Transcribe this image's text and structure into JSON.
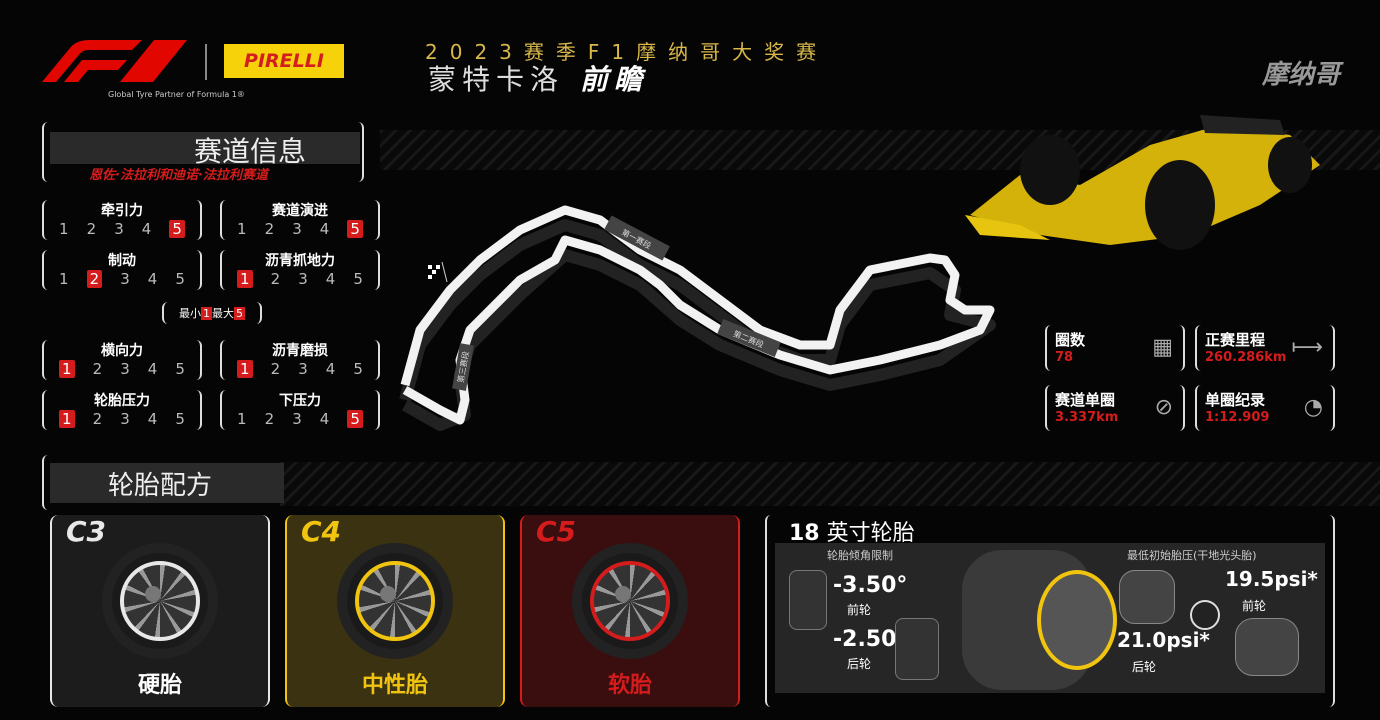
{
  "header": {
    "brand_f1": "F1",
    "brand_pirelli": "PIRELLI",
    "tagline": "Global Tyre Partner of Formula 1®",
    "title_top": "2023赛季F1摩纳哥大奖赛",
    "title_main": "蒙特卡洛",
    "title_emph": "前瞻",
    "corner": "摩纳哥"
  },
  "track_info": {
    "title": "赛道信息",
    "subtitle": "恩佐·法拉利和迪诺·法拉利赛道",
    "ratings": [
      {
        "label": "牵引力",
        "value": 5
      },
      {
        "label": "赛道演进",
        "value": 5
      },
      {
        "label": "制动",
        "value": 2
      },
      {
        "label": "沥青抓地力",
        "value": 1
      },
      {
        "label": "横向力",
        "value": 1
      },
      {
        "label": "沥青磨损",
        "value": 1
      },
      {
        "label": "轮胎压力",
        "value": 1
      },
      {
        "label": "下压力",
        "value": 5
      }
    ],
    "scale": [
      "1",
      "2",
      "3",
      "4",
      "5"
    ],
    "legend_min": "最小",
    "legend_min_val": "1",
    "legend_max": "最大",
    "legend_max_val": "5"
  },
  "track_map": {
    "sectors": [
      "第一赛段",
      "第二赛段",
      "第三赛段"
    ]
  },
  "stats": [
    {
      "label": "圈数",
      "value": "78",
      "icon": "checkered-flag-icon",
      "glyph": "▦"
    },
    {
      "label": "正赛里程",
      "value": "260.286km",
      "icon": "distance-arrow-icon",
      "glyph": "⟼"
    },
    {
      "label": "赛道单圈",
      "value": "3.337km",
      "icon": "paperclip-icon",
      "glyph": "⊘"
    },
    {
      "label": "单圈纪录",
      "value": "1:12.909",
      "icon": "stopwatch-icon",
      "glyph": "◔"
    }
  ],
  "compounds": {
    "title": "轮胎配方",
    "items": [
      {
        "code": "C3",
        "name": "硬胎",
        "color": "#e8e8e8"
      },
      {
        "code": "C4",
        "name": "中性胎",
        "color": "#f1c40f"
      },
      {
        "code": "C5",
        "name": "软胎",
        "color": "#d51c1c"
      }
    ]
  },
  "tyre18": {
    "title_num": "18",
    "title": "英寸轮胎",
    "camber_title": "轮胎倾角限制",
    "front_camber": "-3.50°",
    "front_label": "前轮",
    "rear_camber": "-2.50°",
    "rear_label": "后轮",
    "pressure_title": "最低初始胎压(干地光头胎)",
    "front_pressure": "19.5psi*",
    "front_p_label": "前轮",
    "rear_pressure": "21.0psi*",
    "rear_p_label": "后轮"
  }
}
